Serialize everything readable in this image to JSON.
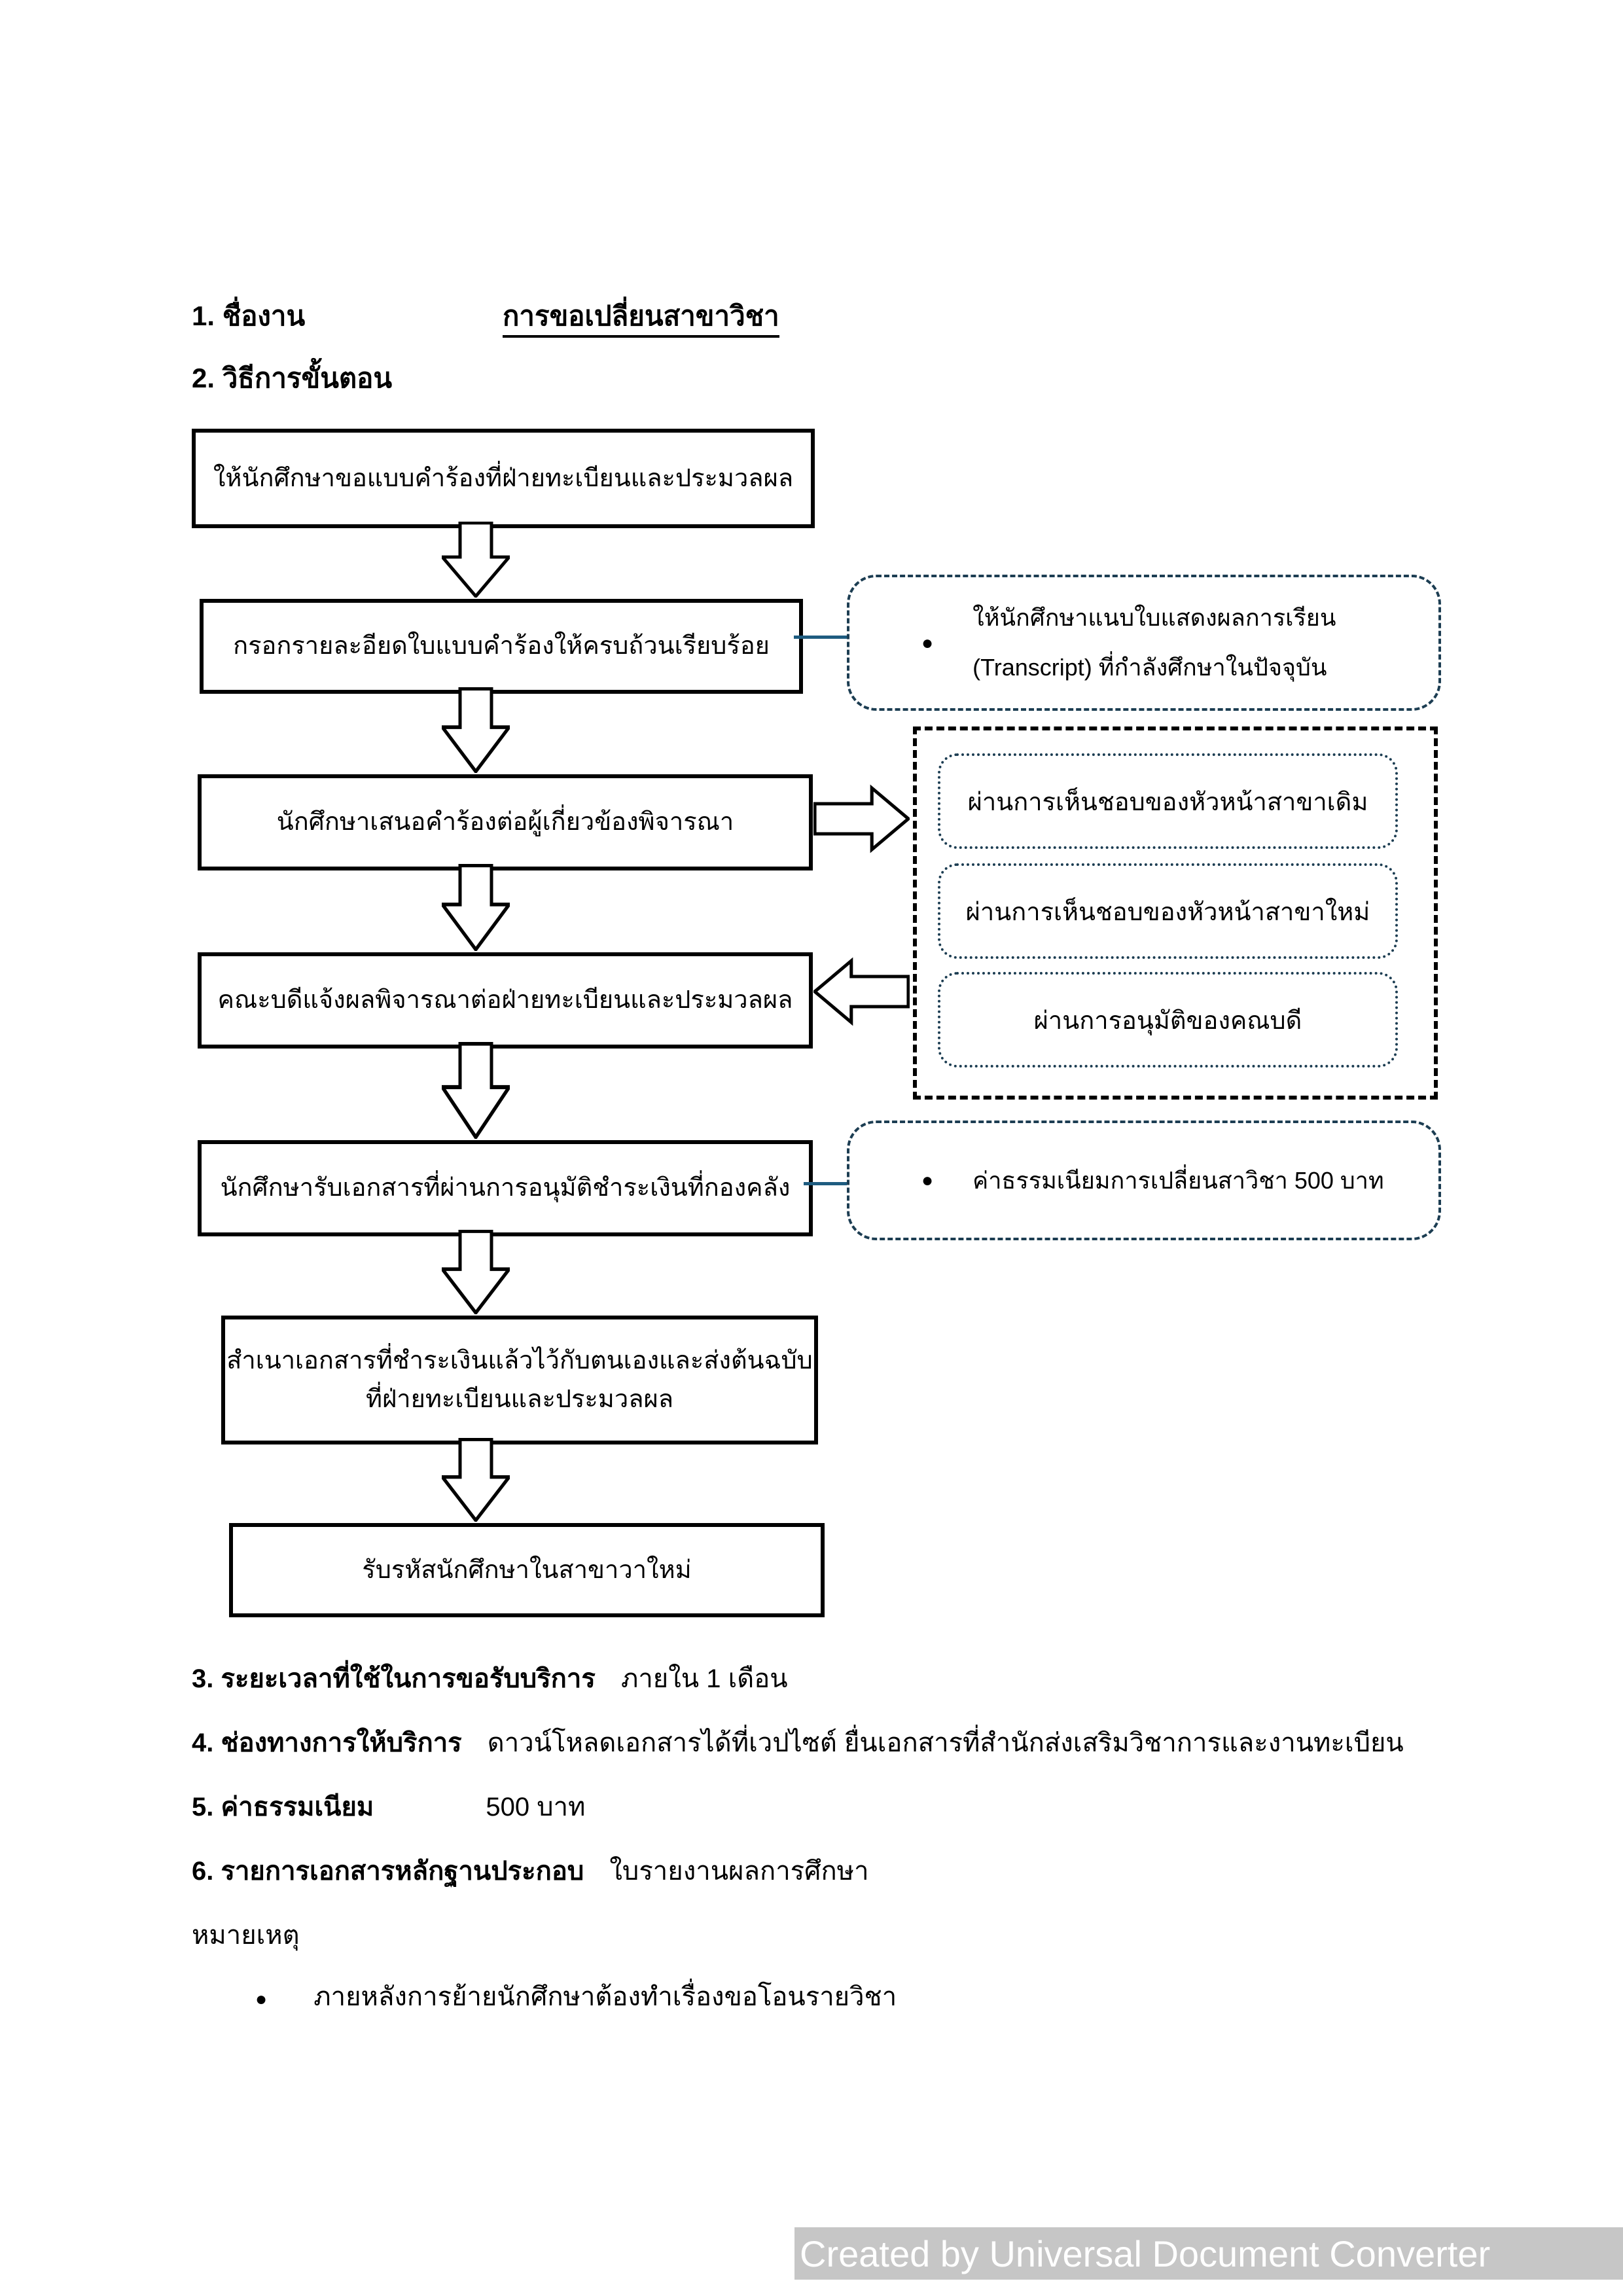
{
  "header": {
    "item1_label": "1. ชื่องาน",
    "title": "การขอเปลี่ยนสาขาวิชา",
    "item2_label": "2. วิธีการขั้นตอน"
  },
  "flow": {
    "boxes": [
      {
        "text": "ให้นักศึกษาขอแบบคำร้องที่ฝ่ายทะเบียนและประมวลผล"
      },
      {
        "text": "กรอกรายละอียดใบแบบคำร้องให้ครบถ้วนเรียบร้อย"
      },
      {
        "text": "นักศึกษาเสนอคำร้องต่อผู้เกี่ยวข้องพิจารณา"
      },
      {
        "text": "คณะบดีแจ้งผลพิจารณาต่อฝ่ายทะเบียนและประมวลผล"
      },
      {
        "text": "นักศึกษารับเอกสารที่ผ่านการอนุมัติชำระเงินที่กองคลัง"
      },
      {
        "text": "สำเนาเอกสารที่ชำระเงินแล้วไว้กับตนเองและส่งต้นฉบับ",
        "line2": "ที่ฝ่ายทะเบียนและประมวลผล"
      },
      {
        "text": "รับรหัสนักศึกษาในสาขาวาใหม่"
      }
    ],
    "bullet_glyph": "●",
    "note1": {
      "line1": "ให้นักศึกษาแนบใบแสดงผลการเรียน",
      "line2": "(Transcript) ที่กำลังศึกษาในปัจจุบัน"
    },
    "note2": {
      "text": "ค่าธรรมเนียมการเปลี่ยนสาวิชา 500 บาท"
    },
    "approvals": [
      {
        "text": "ผ่านการเห็นชอบของหัวหน้าสาขาเดิม"
      },
      {
        "text": "ผ่านการเห็นชอบของหัวหน้าสาขาใหม่"
      },
      {
        "text": "ผ่านการอนุมัติของคณบดี"
      }
    ]
  },
  "details": [
    {
      "label": "3. ระยะเวลาที่ใช้ในการขอรับบริการ",
      "value": "ภายใน 1 เดือน"
    },
    {
      "label": "4. ช่องทางการให้บริการ",
      "value": "ดาวน์โหลดเอกสารได้ที่เวปไซต์ ยื่นเอกสารที่สำนักส่งเสริมวิชาการและงานทะเบียน"
    },
    {
      "label": "5. ค่าธรรมเนียม",
      "value": "500 บาท"
    },
    {
      "label": "6. รายการเอกสารหลักฐานประกอบ",
      "value": "ใบรายงานผลการศึกษา"
    }
  ],
  "remark": {
    "label": "หมายเหตุ",
    "bullet_text": "ภายหลังการย้ายนักศึกษาต้องทำเรื่องขอโอนรายวิชา"
  },
  "footer": {
    "text": "Created by Universal Document Converter"
  },
  "colors": {
    "connector": "#1E5C80",
    "note_border": "#1C3D52",
    "box_border": "#000000",
    "footer_bg": "#C6C6C6",
    "footer_text": "#FFFFFF"
  }
}
